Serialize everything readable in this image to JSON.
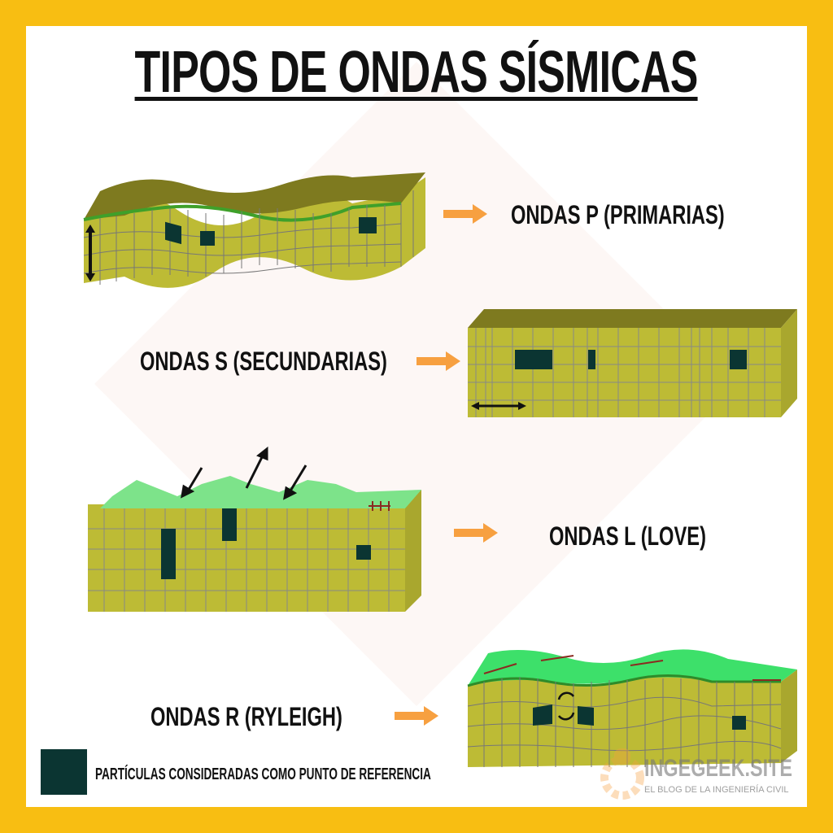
{
  "title": "TIPOS DE ONDAS SÍSMICAS",
  "waves": [
    {
      "label": "ONDAS P (PRIMARIAS)"
    },
    {
      "label": "ONDAS S (SECUNDARIAS)"
    },
    {
      "label": "ONDAS L (LOVE)"
    },
    {
      "label": "ONDAS R (RYLEIGH)"
    }
  ],
  "legend": {
    "label": "PARTÍCULAS CONSIDERADAS COMO PUNTO DE REFERENCIA",
    "color": "#0B3532"
  },
  "watermark": {
    "name": "INGEGEEK.SITE",
    "tagline": "EL BLOG DE LA INGENIERÍA CIVIL"
  },
  "colors": {
    "border": "#F8BE12",
    "block": "#BDBB35",
    "top": "#7E7A1F",
    "grass": "#3FA02A",
    "arrow": "#F7A040"
  }
}
